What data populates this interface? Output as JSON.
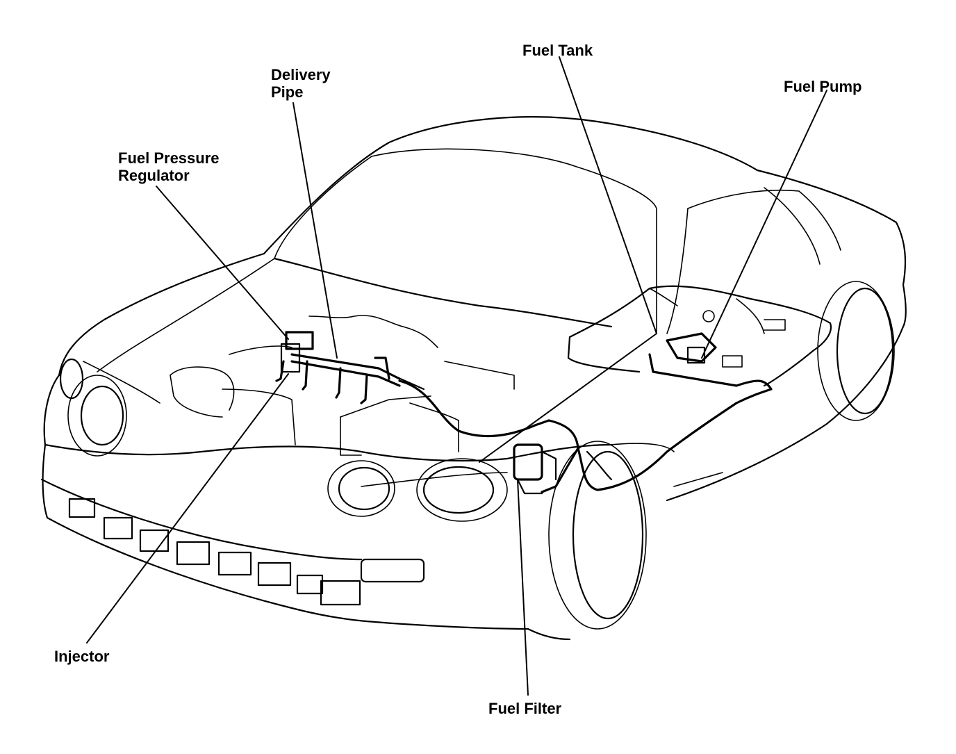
{
  "labels": {
    "delivery_pipe_line1": "Delivery",
    "delivery_pipe_line2": "Pipe",
    "fuel_tank": "Fuel Tank",
    "fuel_pump": "Fuel Pump",
    "fuel_pressure_regulator_line1": "Fuel Pressure",
    "fuel_pressure_regulator_line2": "Regulator",
    "injector": "Injector",
    "fuel_filter": "Fuel Filter"
  },
  "colors": {
    "line": "#000000",
    "background": "#ffffff"
  }
}
